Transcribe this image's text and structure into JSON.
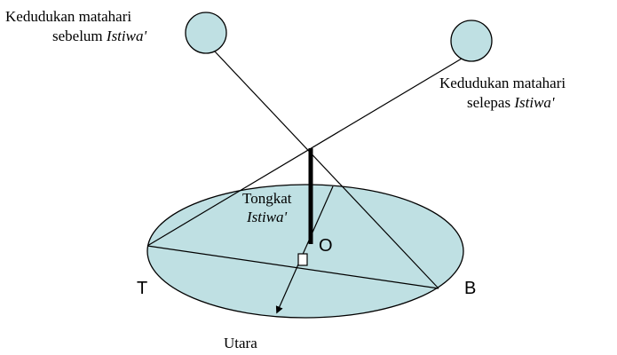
{
  "labels": {
    "sun_before_line1": "Kedudukan matahari",
    "sun_before_line2": "sebelum",
    "sun_before_italic": "Istiwa'",
    "sun_after_line1": "Kedudukan matahari",
    "sun_after_line2": "selepas",
    "sun_after_italic": "Istiwa'",
    "stick_line1": "Tongkat",
    "stick_italic": "Istiwa'",
    "point_o": "O",
    "point_t": "T",
    "point_b": "B",
    "north": "Utara"
  },
  "colors": {
    "fill": "#bfe0e3",
    "stroke": "#000000"
  }
}
